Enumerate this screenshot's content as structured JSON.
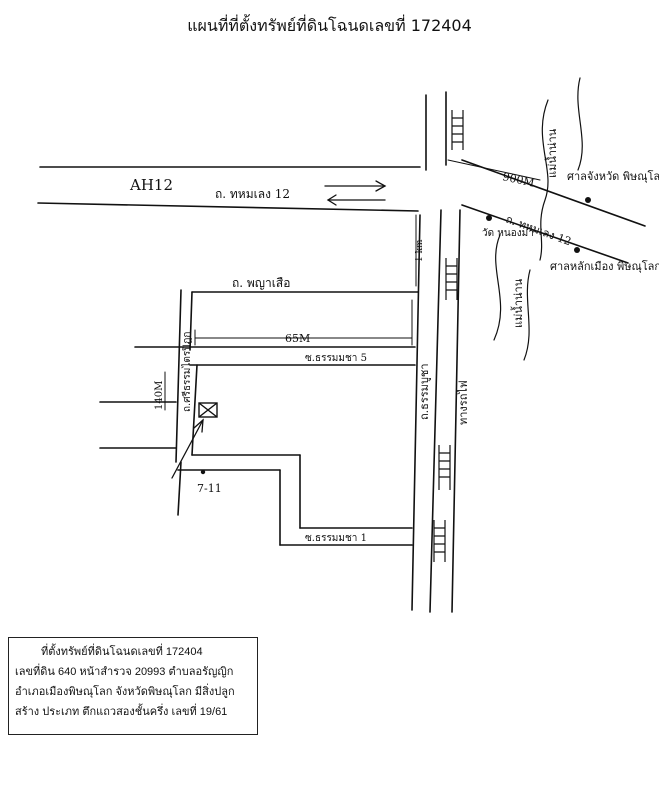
{
  "title": "แผนที่ที่ตั้งทรัพย์ที่ดินโฉนดเลขที่  172404",
  "map_labels": {
    "highway": "AH12",
    "road_top_left": "ถ. ทหมเลง 12",
    "road_top_right": "ถ. ทหมเลง 12",
    "road_phaya": "ถ. พญาเสือ",
    "distance_65m": "65M",
    "road_thammabucha_5": "ซ.ธรรมมชา 5",
    "road_srithammatraipidok": "ถ.ศรีธรรมไตรปิฎก",
    "distance_140m": "140M",
    "store_7_11": "7-11",
    "road_thammabucha_1": "ซ.ธรรมมชา 1",
    "road_thammabucha_main": "ถ.ธรรมบูชา",
    "railway": "ทางรถไฟ",
    "distance_1km": "1 km",
    "distance_900m": "900M",
    "river_upper": "แม่น้ำน่าน",
    "river_lower": "แม่น้ำน่าน",
    "shrine_upper": "ศาลจังหวัด พิษณุโลก",
    "temple": "วัด หนองมา",
    "shrine_lower": "ศาลหลักเมือง พิษณุโลก"
  },
  "info_box": {
    "line1": "ที่ตั้งทรัพย์ที่ดินโฉนดเลขที่  172404",
    "line2": "เลขที่ดิน  640  หน้าสำรวจ  20993  ตำบลอรัญญิก",
    "line3": "อำเภอเมืองพิษณุโลก จังหวัดพิษณุโลก มีสิ่งปลูก",
    "line4": "สร้าง  ประเภท  ตึกแถวสองชั้นครึ่ง  เลขที่ 19/61"
  },
  "icons": {
    "property": "property-marker-icon",
    "shop": "store-dot-icon",
    "shrine": "shrine-dot-icon",
    "arrow": "direction-arrow-icon"
  }
}
